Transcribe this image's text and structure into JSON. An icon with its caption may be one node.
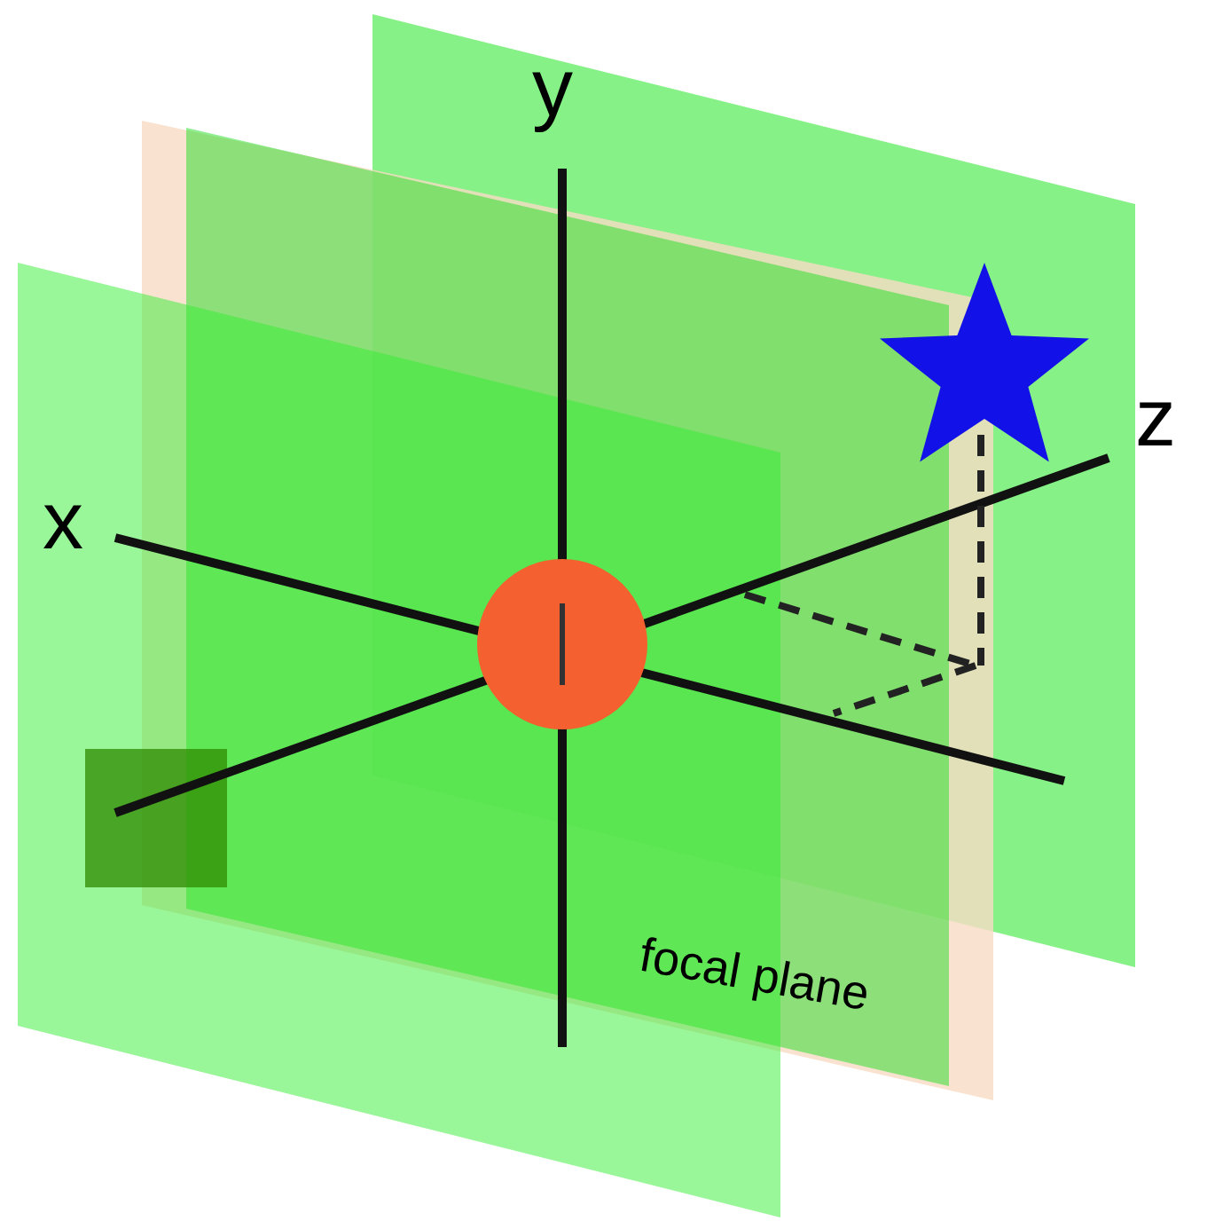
{
  "diagram": {
    "labels": [
      "y",
      "x",
      "z",
      "focal plane"
    ]
  }
}
